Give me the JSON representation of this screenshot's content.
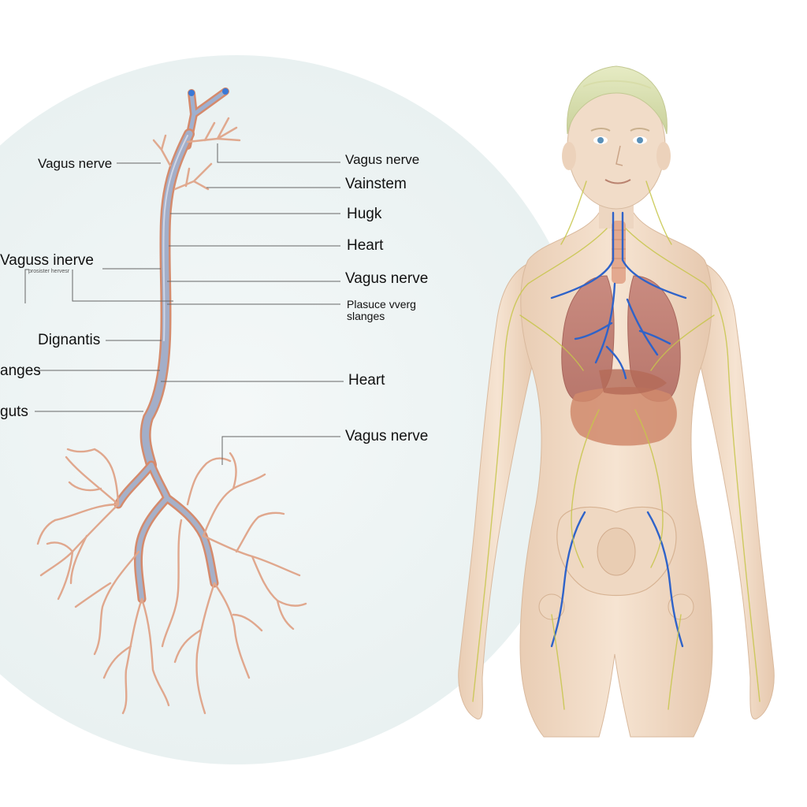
{
  "labels": {
    "left": {
      "vagus_nerve_top": "Vagus nerve",
      "vagus_inerve": "Vaguss inerve",
      "tiny_caption": "prosister hervesr",
      "diaphragm": "Dignantis",
      "langes": "anges",
      "guts": "guts"
    },
    "right": {
      "vagus_nerve_1": "Vagus nerve",
      "vainstem": "Vainstem",
      "hugk": "Hugk",
      "heart_1": "Heart",
      "vagus_nerve_2": "Vagus nerve",
      "plasure_line1": "Plasuce vverg",
      "plasure_line2": "slanges",
      "heart_2": "Heart",
      "vagus_nerve_3": "Vagus nerve"
    }
  },
  "colors": {
    "nerve_main": "#9aa7c2",
    "nerve_outline": "#d98a6a",
    "branch": "#e0a78d",
    "skin": "#f2ddc8",
    "lung": "#c98a7e",
    "vein": "#2f63c9",
    "nerve_yellow": "#c8c84a",
    "backdrop": "#eef4f4"
  }
}
